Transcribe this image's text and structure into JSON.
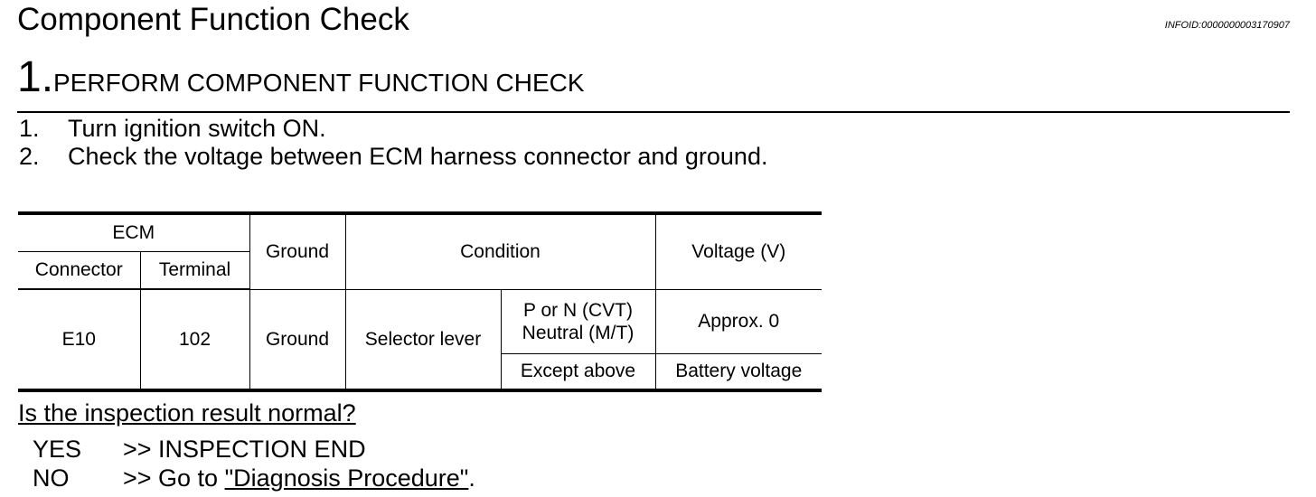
{
  "header": {
    "title": "Component Function Check",
    "info_id": "INFOID:0000000003170907"
  },
  "step": {
    "number": "1.",
    "heading": "PERFORM COMPONENT FUNCTION CHECK"
  },
  "instructions": [
    {
      "num": "1.",
      "text": "Turn ignition switch ON."
    },
    {
      "num": "2.",
      "text": "Check the voltage between ECM harness connector and ground."
    }
  ],
  "table": {
    "headers": {
      "ecm": "ECM",
      "connector": "Connector",
      "terminal": "Terminal",
      "ground": "Ground",
      "condition": "Condition",
      "voltage": "Voltage (V)"
    },
    "row": {
      "connector": "E10",
      "terminal": "102",
      "ground": "Ground",
      "condition": "Selector lever",
      "sub": [
        {
          "state_line1": "P or N (CVT)",
          "state_line2": "Neutral (M/T)",
          "voltage": "Approx. 0"
        },
        {
          "state_line1": "Except above",
          "voltage": "Battery voltage"
        }
      ]
    }
  },
  "question": "Is the inspection result normal?",
  "answers": {
    "yes_key": "YES",
    "yes_text": ">> INSPECTION END",
    "no_key": "NO",
    "no_prefix": ">> Go to ",
    "no_link": "\"Diagnosis Procedure\"",
    "no_suffix": "."
  }
}
